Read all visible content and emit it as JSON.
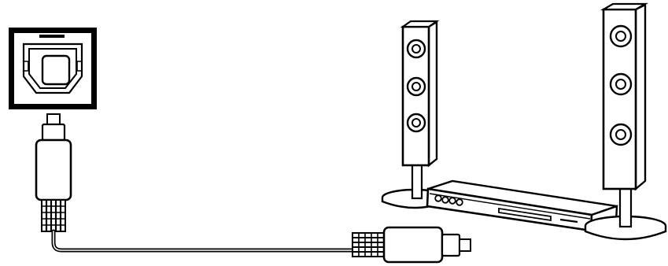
{
  "diagram": {
    "components": [
      {
        "id": "optical-port",
        "icon": "optical-input-port-icon"
      },
      {
        "id": "optical-plug-vertical",
        "icon": "optical-plug-icon"
      },
      {
        "id": "optical-cable",
        "icon": "cable-icon"
      },
      {
        "id": "optical-plug-horizontal",
        "icon": "optical-plug-icon"
      },
      {
        "id": "left-speaker",
        "icon": "tower-speaker-icon"
      },
      {
        "id": "home-theater-receiver",
        "icon": "av-receiver-icon"
      },
      {
        "id": "right-speaker",
        "icon": "tower-speaker-icon"
      }
    ],
    "connections": [
      {
        "from": "optical-port",
        "to": "optical-plug-vertical"
      },
      {
        "from": "optical-plug-vertical",
        "to": "optical-cable"
      },
      {
        "from": "optical-cable",
        "to": "optical-plug-horizontal"
      },
      {
        "from": "optical-plug-horizontal",
        "to": "home-theater-receiver"
      }
    ]
  }
}
